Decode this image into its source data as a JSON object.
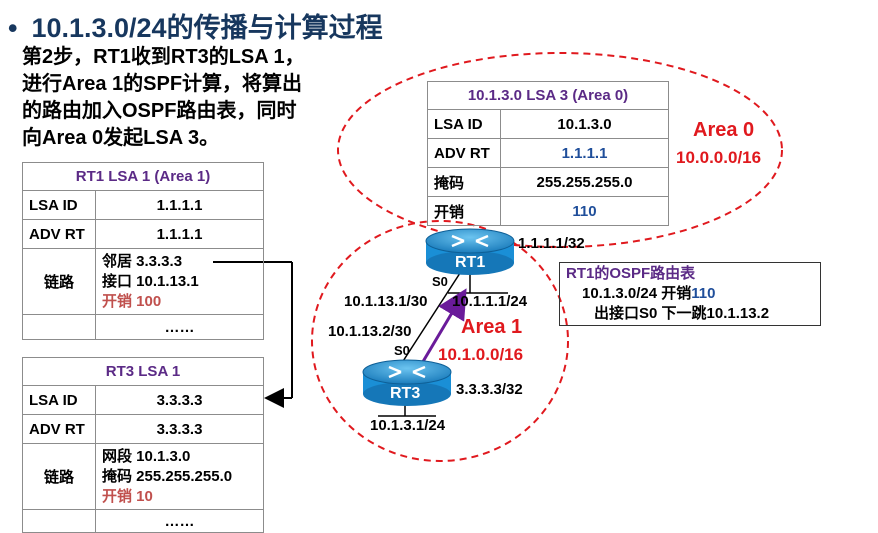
{
  "title": "10.1.3.0/24的传播与计算过程",
  "bullet": "•",
  "step_lines": [
    "第2步，RT1收到RT3的LSA 1，",
    "进行Area 1的SPF计算，将算出",
    "的路由加入OSPF路由表，同时",
    "向Area 0发起LSA 3。"
  ],
  "rt1_lsa1": {
    "header": "RT1 LSA 1 (Area 1)",
    "lsa_id_label": "LSA ID",
    "lsa_id": "1.1.1.1",
    "adv_rt_label": "ADV RT",
    "adv_rt": "1.1.1.1",
    "link_label": "链路",
    "neighbor": "邻居 3.3.3.3",
    "interface": "接口 10.1.13.1",
    "cost": "开销 100",
    "more": "……"
  },
  "rt3_lsa1": {
    "header": "RT3 LSA 1",
    "lsa_id_label": "LSA ID",
    "lsa_id": "3.3.3.3",
    "adv_rt_label": "ADV RT",
    "adv_rt": "3.3.3.3",
    "link_label": "链路",
    "network": "网段 10.1.3.0",
    "mask": "掩码 255.255.255.0",
    "cost": "开销 10",
    "more": "……"
  },
  "lsa3": {
    "header": "10.1.3.0  LSA 3 (Area 0)",
    "lsa_id_label": "LSA ID",
    "lsa_id": "10.1.3.0",
    "adv_rt_label": "ADV RT",
    "adv_rt": "1.1.1.1",
    "mask_label": "掩码",
    "mask": "255.255.255.0",
    "cost_label": "开销",
    "cost": "110"
  },
  "area0": {
    "name": "Area 0",
    "network": "10.0.0.0/16"
  },
  "area1": {
    "name": "Area 1",
    "network": "10.1.0.0/16"
  },
  "rt1": {
    "name": "RT1",
    "loopback": "1.1.1.1/32",
    "s0": "S0",
    "s0_ip": "10.1.13.1/30",
    "lan_ip": "10.1.1.1/24"
  },
  "rt3": {
    "name": "RT3",
    "loopback": "3.3.3.3/32",
    "s0": "S0",
    "s0_ip": "10.1.13.2/30",
    "lan_ip": "10.1.3.1/24"
  },
  "route_table": {
    "title": "RT1的OSPF路由表",
    "line1_prefix": "10.1.3.0/24  开销",
    "line1_cost": "110",
    "line2": "出接口S0  下一跳10.1.13.2"
  },
  "colors": {
    "title": "#17375e",
    "area": "#e0191e",
    "header": "#5b2a86",
    "cost": "#c0504d",
    "router": "#1a8fd6"
  }
}
